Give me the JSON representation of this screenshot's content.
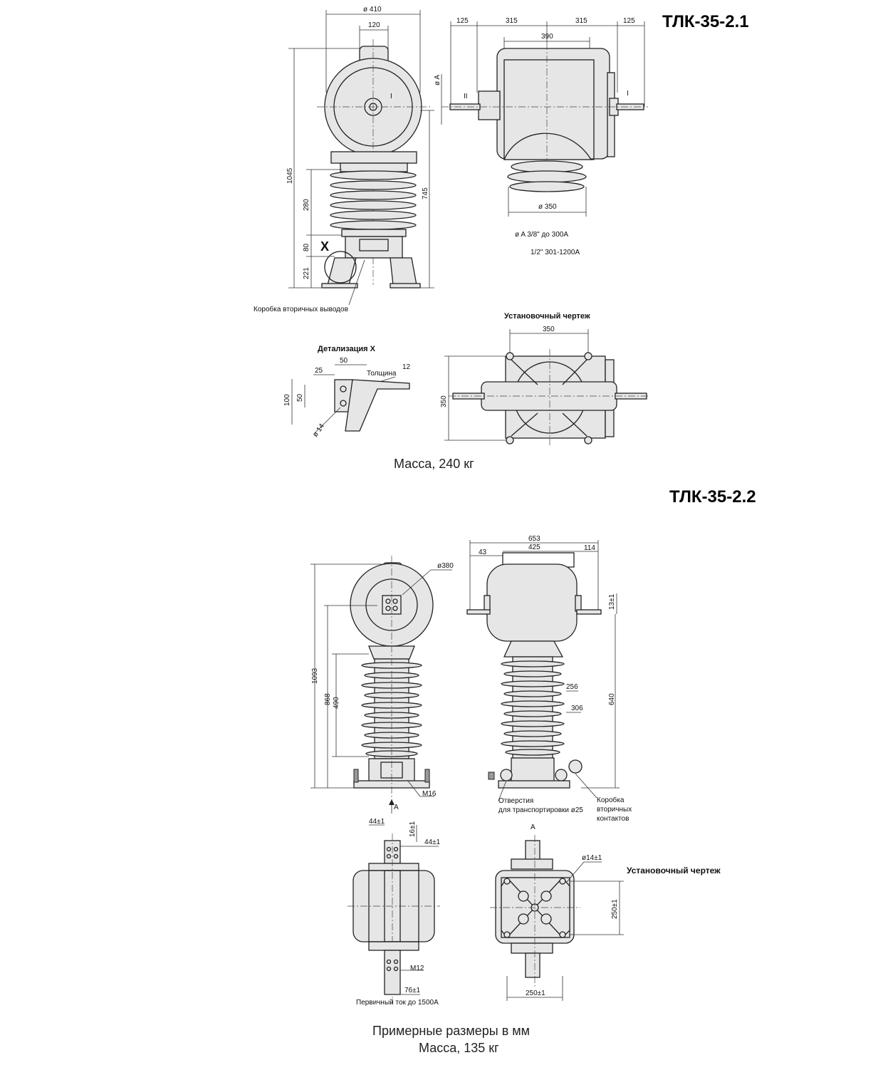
{
  "model_1": {
    "title": "ТЛК-35-2.1",
    "dims": {
      "d410": "ø 410",
      "d120": "120",
      "d1045": "1045",
      "d280": "280",
      "d80": "80",
      "d221": "221",
      "d745": "745",
      "dA": "ø A",
      "d125a": "125",
      "d315a": "315",
      "d315b": "315",
      "d125b": "125",
      "d390": "390",
      "d350": "ø 350",
      "d350b": "350",
      "d350c": "350",
      "d50": "50",
      "d25": "25",
      "d12": "12",
      "d100": "100",
      "d50b": "50",
      "d14": "ø 14"
    },
    "labels": {
      "terminal_1": "I",
      "terminal_2": "II",
      "view_x": "X",
      "box": "Коробка вторичных выводов",
      "note_a1": "ø A 3/8\" до 300A",
      "note_a2": "1/2\" 301-1200A",
      "install": "Установочный чертеж",
      "detail": "Детализация X",
      "thickness": "Толщина"
    },
    "mass": "Масса, 240 кг"
  },
  "model_2": {
    "title": "ТЛК-35-2.2",
    "dims": {
      "d380": "ø380",
      "d1093": "1093",
      "d868": "868",
      "d490": "490",
      "m16": "M16",
      "d653": "653",
      "d425": "425",
      "d43": "43",
      "d114": "114",
      "d13": "13±1",
      "d256": "256",
      "d306": "306",
      "d640": "640",
      "d44a": "44±1",
      "d16": "16±1",
      "d44b": "44±1",
      "m12": "M12",
      "d76": "76±1",
      "d14": "ø14±1",
      "d250v": "250±1",
      "d250h": "250±1"
    },
    "labels": {
      "arrow_a1": "A",
      "arrow_a2": "A",
      "holes1": "Отверстия",
      "holes2": "для транспортировки ø25",
      "box1": "Коробка",
      "box2": "вторичных",
      "box3": "контактов",
      "primary": "Первичный ток до 1500А",
      "install": "Установочный чертеж"
    },
    "note": "Примерные размеры в мм",
    "mass": "Масса, 135 кг"
  }
}
